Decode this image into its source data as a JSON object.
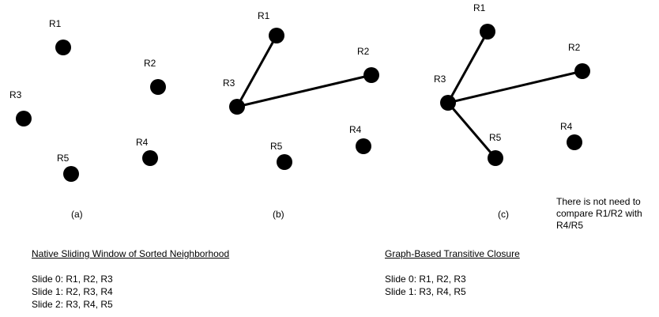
{
  "panels": [
    {
      "caption": "(a)",
      "nodes": [
        {
          "id": "R1",
          "label": "R1"
        },
        {
          "id": "R2",
          "label": "R2"
        },
        {
          "id": "R3",
          "label": "R3"
        },
        {
          "id": "R4",
          "label": "R4"
        },
        {
          "id": "R5",
          "label": "R5"
        }
      ],
      "edges": []
    },
    {
      "caption": "(b)",
      "nodes": [
        {
          "id": "R1",
          "label": "R1"
        },
        {
          "id": "R2",
          "label": "R2"
        },
        {
          "id": "R3",
          "label": "R3"
        },
        {
          "id": "R4",
          "label": "R4"
        },
        {
          "id": "R5",
          "label": "R5"
        }
      ],
      "edges": [
        [
          "R3",
          "R1"
        ],
        [
          "R3",
          "R2"
        ]
      ]
    },
    {
      "caption": "(c)",
      "nodes": [
        {
          "id": "R1",
          "label": "R1"
        },
        {
          "id": "R2",
          "label": "R2"
        },
        {
          "id": "R3",
          "label": "R3"
        },
        {
          "id": "R4",
          "label": "R4"
        },
        {
          "id": "R5",
          "label": "R5"
        }
      ],
      "edges": [
        [
          "R3",
          "R1"
        ],
        [
          "R3",
          "R2"
        ],
        [
          "R3",
          "R5"
        ]
      ]
    }
  ],
  "note": "There is not need to compare R1/R2 with R4/R5",
  "sections": [
    {
      "heading": "Native Sliding Window of Sorted Neighborhood",
      "lines": [
        "Slide 0: R1, R2, R3",
        "Slide 1: R2, R3, R4",
        "Slide 2: R3, R4, R5"
      ]
    },
    {
      "heading": "Graph-Based Transitive Closure",
      "lines": [
        "Slide 0: R1, R2, R3",
        "Slide 1: R3, R4, R5"
      ]
    }
  ],
  "colors": {
    "node": "#000000",
    "edge": "#000000",
    "background": "#ffffff"
  }
}
